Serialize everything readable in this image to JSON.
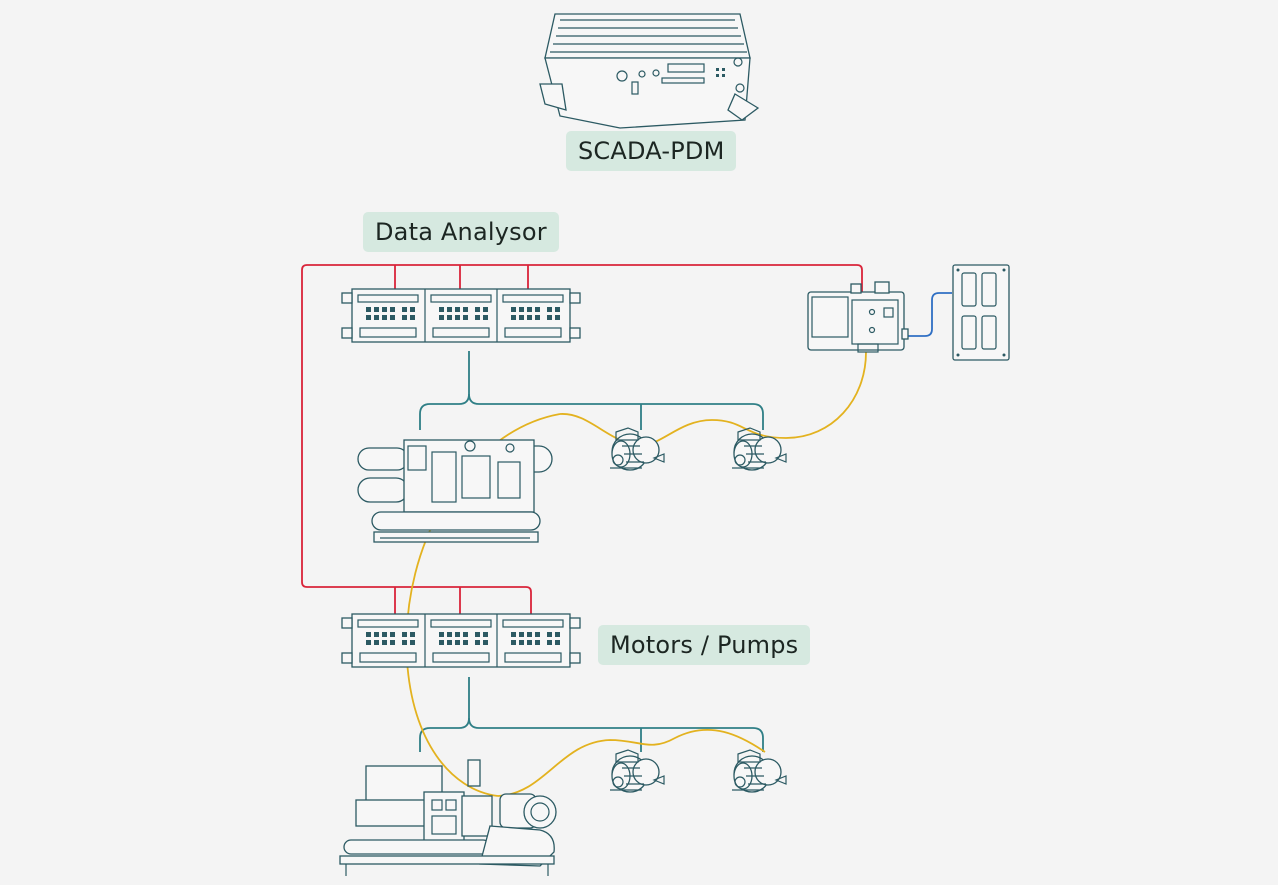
{
  "labels": {
    "scada": "SCADA-PDM",
    "analysor": "Data Analysor",
    "motors": "Motors / Pumps"
  },
  "colors": {
    "background": "#f4f4f4",
    "label_bg": "#d6e9e0",
    "device_stroke": "#2c5a63",
    "wire_red": "#d9243a",
    "wire_teal": "#2f7f86",
    "wire_yellow": "#e3b21f",
    "wire_blue": "#2f6fc4"
  },
  "icons": [
    "industrial-pc-icon",
    "rack-controller-icon",
    "chiller-unit-icon",
    "pump-motor-icon",
    "data-collector-icon",
    "io-panel-icon"
  ]
}
